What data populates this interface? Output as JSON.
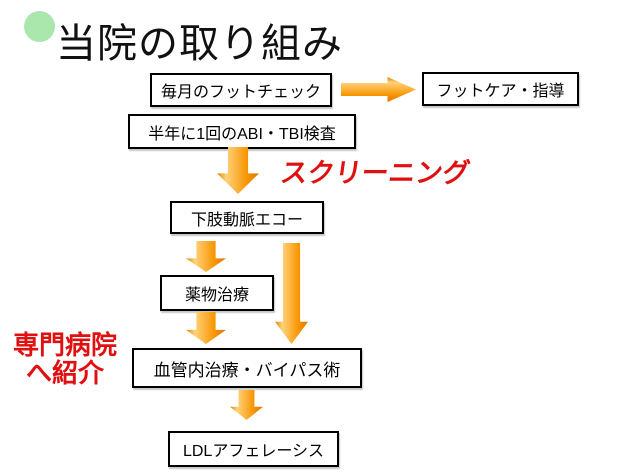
{
  "slide": {
    "title": "当院の取り組み",
    "background": "#ffffff"
  },
  "boxes": {
    "monthly_foot_check": "毎月のフットチェック",
    "foot_care_guidance": "フットケア・指導",
    "abi_tbi_test": "半年に1回のABI・TBI検査",
    "leg_artery_echo": "下肢動脈エコー",
    "drug_therapy": "薬物治療",
    "endovascular_bypass": "血管内治療・バイパス術",
    "ldl_apheresis": "LDLアフェレーシス"
  },
  "annotations": {
    "screening": "スクリーニング",
    "referral_line1": "専門病院",
    "referral_line2": "へ紹介"
  },
  "flow": [
    {
      "from": "monthly_foot_check",
      "to": "foot_care_guidance",
      "direction": "right"
    },
    {
      "from": "abi_tbi_test",
      "to": "leg_artery_echo",
      "direction": "down"
    },
    {
      "from": "leg_artery_echo",
      "to": "drug_therapy",
      "direction": "down"
    },
    {
      "from": "drug_therapy",
      "to": "endovascular_bypass",
      "direction": "down"
    },
    {
      "from": "leg_artery_echo",
      "to": "endovascular_bypass",
      "direction": "down"
    },
    {
      "from": "endovascular_bypass",
      "to": "ldl_apheresis",
      "direction": "down"
    }
  ],
  "colors": {
    "annotation_red": "#e01010",
    "arrow_orange": "#f79500",
    "arrow_orange_light": "#ffd27a",
    "arrow_orange_dark": "#dd7500",
    "box_border": "#000000",
    "box_fill": "#ffffff",
    "bullet_green": "#a9e7ac",
    "title_text": "#111111"
  }
}
